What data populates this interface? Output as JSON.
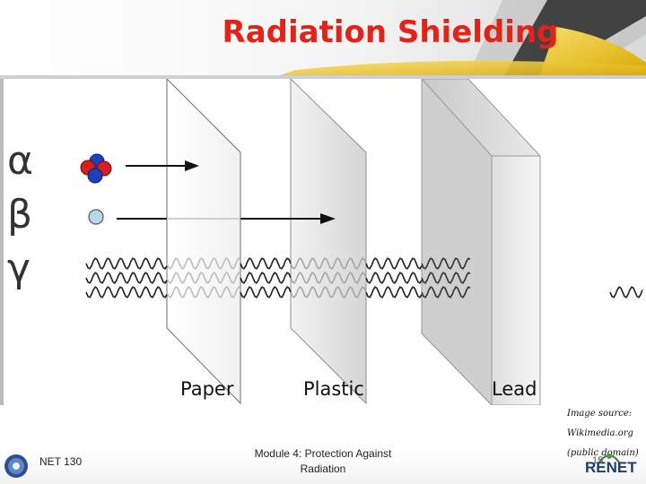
{
  "slide": {
    "title": "Radiation Shielding",
    "particles": {
      "alpha": "α",
      "beta": "β",
      "gamma": "γ"
    },
    "barriers": {
      "paper": "Paper",
      "plastic": "Plastic",
      "lead": "Lead"
    },
    "image_source": [
      "Image source:",
      "Wikimedia.org",
      "(public domain)"
    ]
  },
  "footer": {
    "course": "NET 130",
    "module_line1": "Module 4: Protection Against",
    "module_line2": "Radiation",
    "page": "15",
    "org_logo": "RENET"
  },
  "colors": {
    "title": "#e2231a",
    "banner_gold": "#e6b800",
    "banner_dark": "#2a2a2a",
    "proton": "#d32020",
    "neutron": "#1f3fbf"
  }
}
